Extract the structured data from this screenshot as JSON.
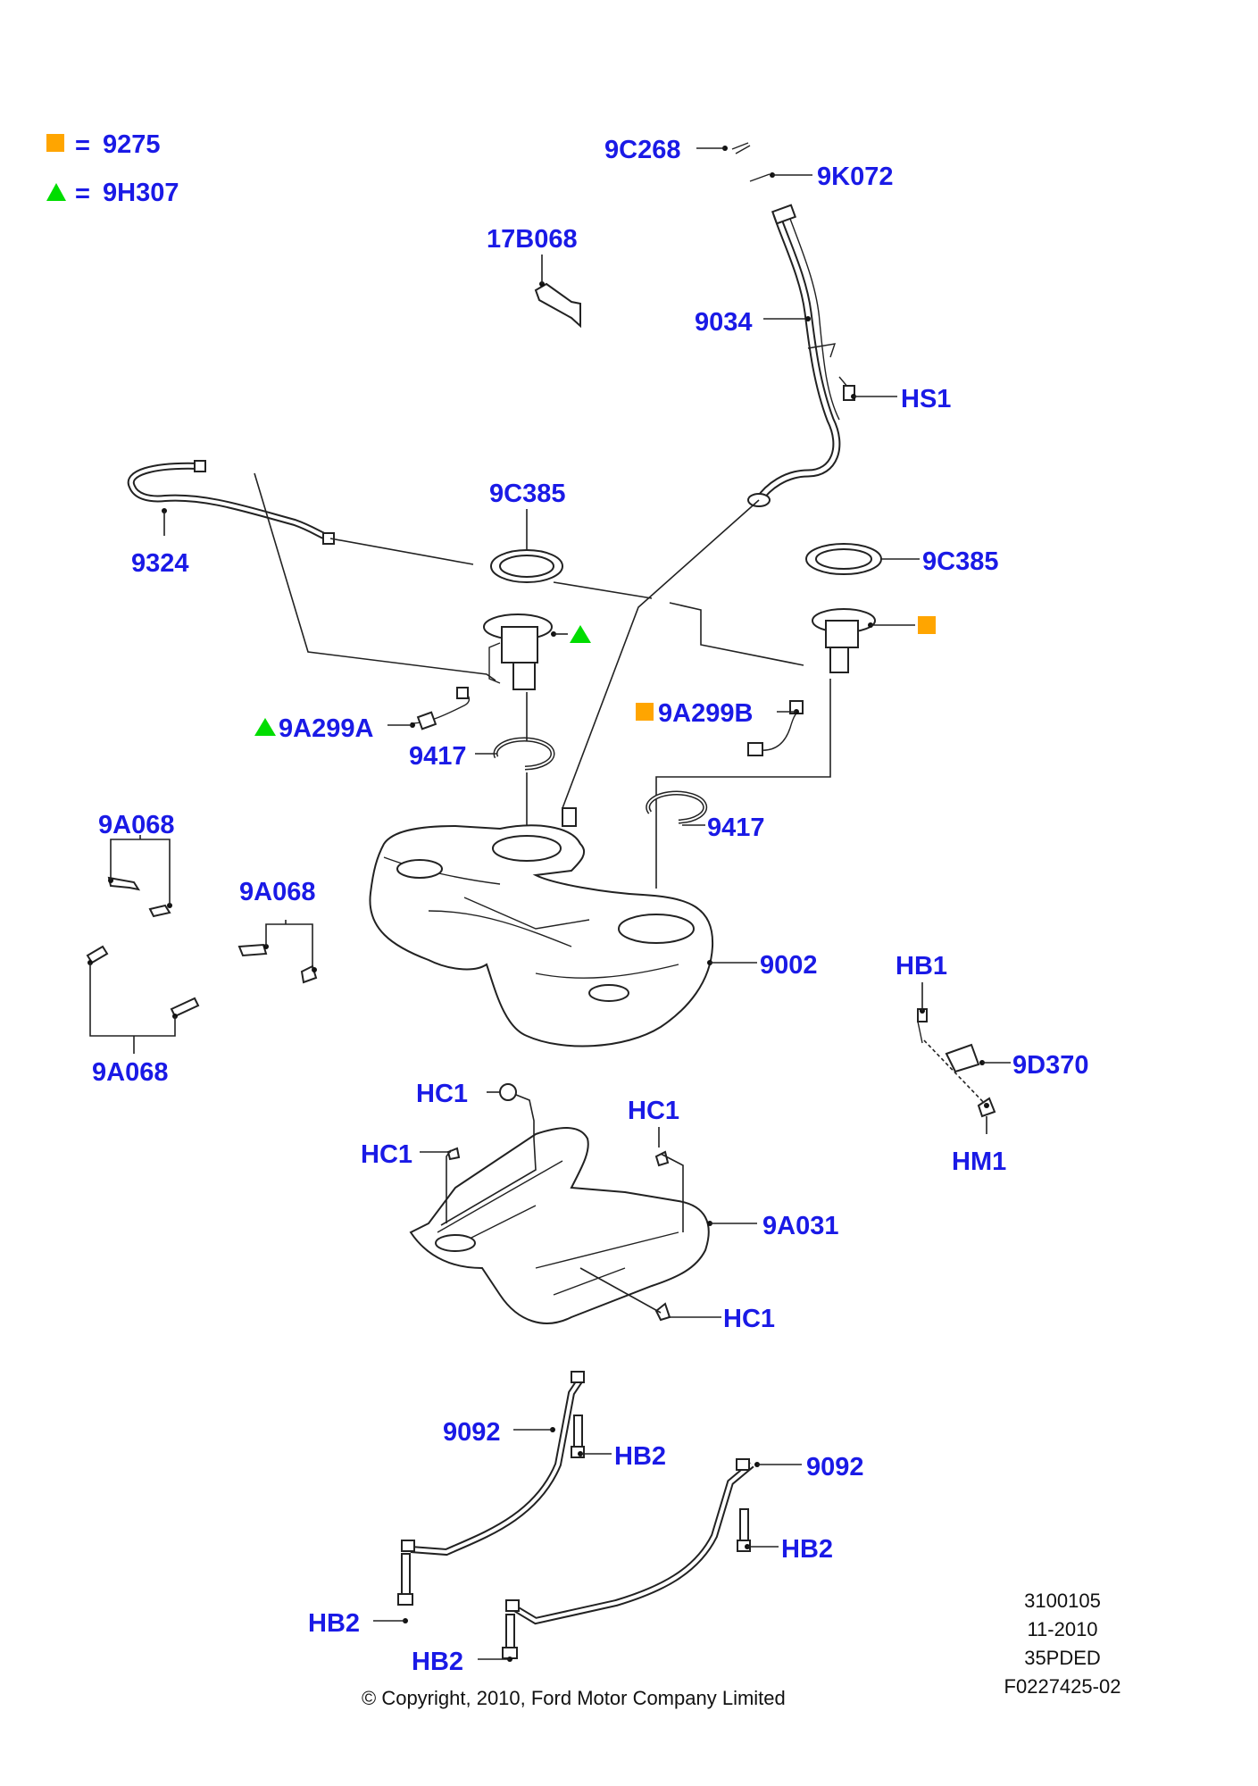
{
  "legend": {
    "square": {
      "equals": "=",
      "code": "9275",
      "color": "#ffa500"
    },
    "triangle": {
      "equals": "=",
      "code": "9H307",
      "color": "#00dd00"
    }
  },
  "callouts": {
    "c9C268": "9C268",
    "c9K072": "9K072",
    "c17B068": "17B068",
    "c9034": "9034",
    "cHS1": "HS1",
    "c9C385_left": "9C385",
    "c9C385_right": "9C385",
    "c9324": "9324",
    "c9A299A": "9A299A",
    "c9A299B": "9A299B",
    "c9417_left": "9417",
    "c9417_right": "9417",
    "c9A068_a": "9A068",
    "c9A068_b": "9A068",
    "c9A068_c": "9A068",
    "c9002": "9002",
    "cHB1": "HB1",
    "c9D370": "9D370",
    "cHM1": "HM1",
    "cHC1_a": "HC1",
    "cHC1_b": "HC1",
    "cHC1_c": "HC1",
    "cHC1_d": "HC1",
    "c9A031": "9A031",
    "c9092_left": "9092",
    "c9092_right": "9092",
    "cHB2_a": "HB2",
    "cHB2_b": "HB2",
    "cHB2_c": "HB2",
    "cHB2_d": "HB2"
  },
  "footer": {
    "copyright": "© Copyright, 2010, Ford Motor Company Limited",
    "ref1": "3100105",
    "ref2": "11-2010",
    "ref3": "35PDED",
    "ref4": "F0227425-02"
  },
  "colors": {
    "callout": "#1a1ae6",
    "square": "#ffa500",
    "triangle": "#00dd00"
  }
}
